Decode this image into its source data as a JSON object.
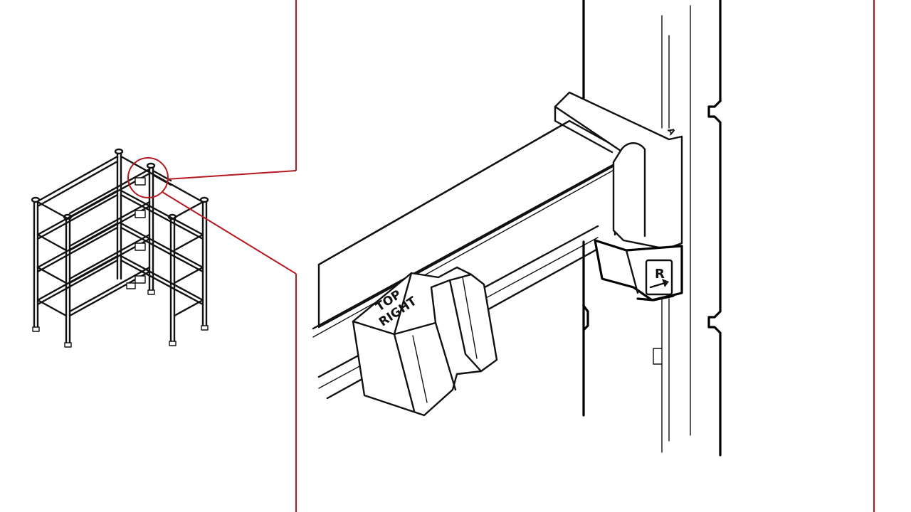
{
  "colors": {
    "callout": "#b3191f",
    "ink": "#111111",
    "background": "#ffffff"
  },
  "labels": {
    "tab_line1": "TOP",
    "tab_line2": "RIGHT",
    "bracket_letter": "R",
    "post_letter": "A"
  },
  "icons": {
    "arrow": "right-arrow-icon"
  }
}
